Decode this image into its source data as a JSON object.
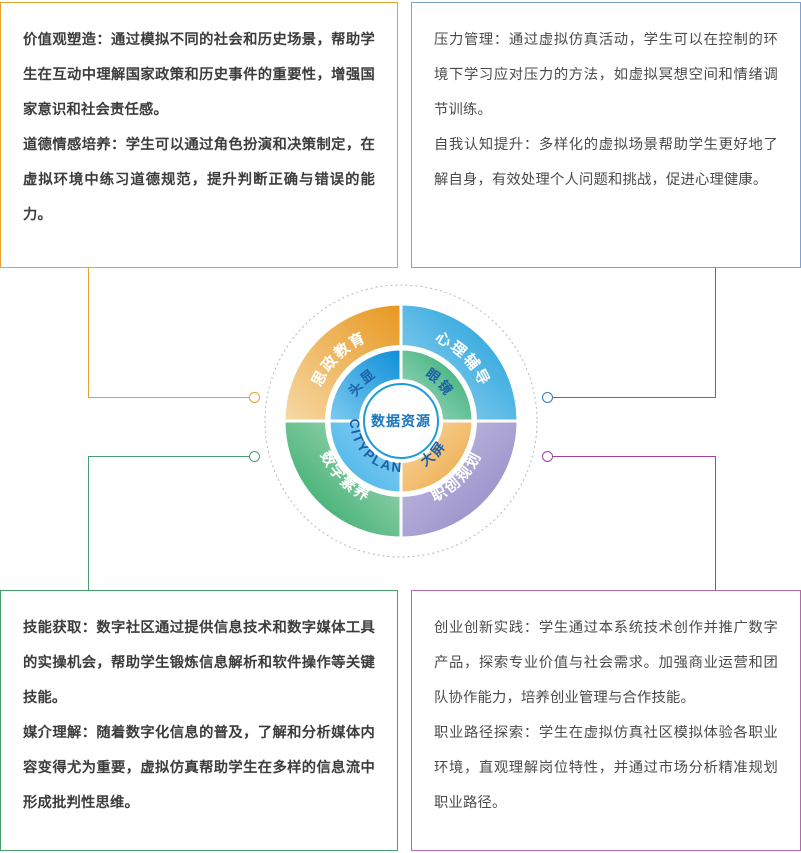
{
  "diagram": {
    "center_label": "数据资源",
    "outer_ring": [
      {
        "id": "sizheng",
        "label": "思政教育",
        "color": "#e89d2c",
        "position": "top-left"
      },
      {
        "id": "xinli",
        "label": "心理辅导",
        "color": "#2aa2dd",
        "position": "top-right"
      },
      {
        "id": "shuzi",
        "label": "数字素养",
        "color": "#3fa96a",
        "position": "bottom-left"
      },
      {
        "id": "zhichuang",
        "label": "职创规划",
        "color": "#9a91ca",
        "position": "bottom-right"
      }
    ],
    "inner_ring": [
      {
        "id": "touxian",
        "label": "头显",
        "color": "#1f9ee0",
        "position": "top-left"
      },
      {
        "id": "yanjing",
        "label": "眼镜",
        "color": "#3bb07a",
        "position": "top-right"
      },
      {
        "id": "cityplan",
        "label": "CITYPLAN",
        "color": "#57b5e8",
        "position": "bottom-left"
      },
      {
        "id": "daping",
        "label": "大屏",
        "color": "#efab4c",
        "position": "bottom-right"
      }
    ],
    "nodes": [
      {
        "id": "node-tl",
        "color": "#e5a22e"
      },
      {
        "id": "node-bl",
        "color": "#4a9e6b"
      },
      {
        "id": "node-tr",
        "color": "#2f7cb8"
      },
      {
        "id": "node-br",
        "color": "#a0449a"
      }
    ]
  },
  "boxes": {
    "top_left": {
      "border_color": "#e5a22e",
      "bold": true,
      "text": "价值观塑造：通过模拟不同的社会和历史场景，帮助学生在互动中理解国家政策和历史事件的重要性，增强国家意识和社会责任感。\n道德情感培养：学生可以通过角色扮演和决策制定，在虚拟环境中练习道德规范，提升判断正确与错误的能力。"
    },
    "top_right": {
      "border_color": "#7e9fd0",
      "bold": false,
      "text": "压力管理：通过虚拟仿真活动，学生可以在控制的环境下学习应对压力的方法，如虚拟冥想空间和情绪调节训练。\n自我认知提升：多样化的虚拟场景帮助学生更好地了解自身，有效处理个人问题和挑战，促进心理健康。"
    },
    "bottom_left": {
      "border_color": "#4a9e6b",
      "bold": true,
      "text": "技能获取：数字社区通过提供信息技术和数字媒体工具的实操机会，帮助学生锻炼信息解析和软件操作等关键技能。\n媒介理解：随着数字化信息的普及，了解和分析媒体内容变得尤为重要，虚拟仿真帮助学生在多样的信息流中形成批判性思维。"
    },
    "bottom_right": {
      "border_color": "#b06aa8",
      "bold": false,
      "text": "创业创新实践：学生通过本系统技术创作并推广数字产品，探索专业价值与社会需求。加强商业运营和团队协作能力，培养创业管理与合作技能。\n职业路径探索：学生在虚拟仿真社区模拟体验各职业环境，直观理解岗位特性，并通过市场分析精准规划职业路径。"
    }
  }
}
